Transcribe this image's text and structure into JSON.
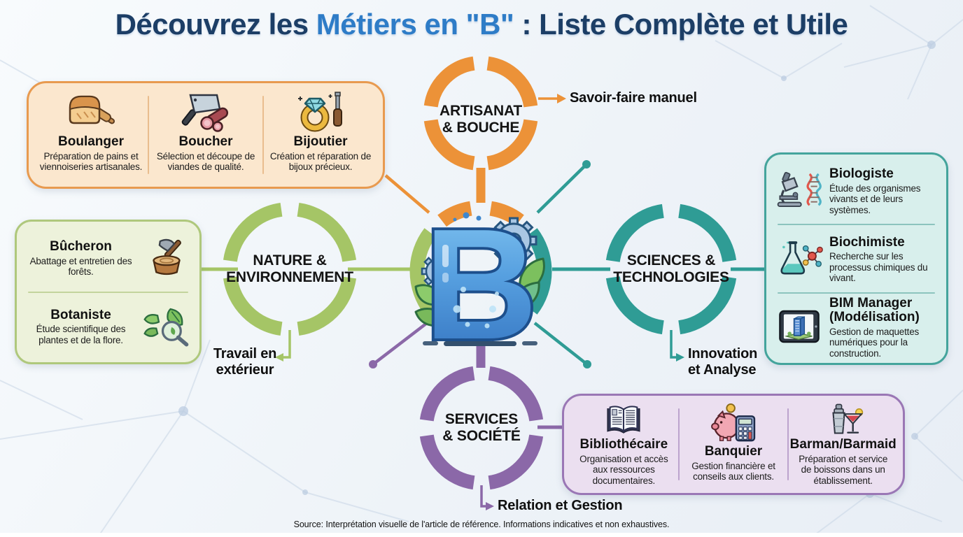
{
  "title": {
    "prefix": "Découvrez les ",
    "highlight": "Métiers en \"B\"",
    "suffix": " : Liste Complète et Utile"
  },
  "colors": {
    "orange": "#EC9238",
    "green": "#A5C566",
    "teal": "#2F9C95",
    "purple": "#8B68A8",
    "title_navy": "#1C3E66",
    "title_blue": "#2E7CC7",
    "background": "#F2F6FA"
  },
  "center": {
    "letter": "B"
  },
  "categories": [
    {
      "name": "artisanat-bouche",
      "color": "#EC9238",
      "label_lines": [
        "ARTISANAT",
        "& BOUCHE"
      ],
      "annotation_lines": [
        "Savoir-faire manuel"
      ]
    },
    {
      "name": "nature-environnement",
      "color": "#A5C566",
      "label_lines": [
        "NATURE &",
        "ENVIRONNEMENT"
      ],
      "annotation_lines": [
        "Travail en",
        "extérieur"
      ]
    },
    {
      "name": "sciences-technologies",
      "color": "#2F9C95",
      "label_lines": [
        "SCIENCES &",
        "TECHNOLOGIES"
      ],
      "annotation_lines": [
        "Innovation",
        "et Analyse"
      ]
    },
    {
      "name": "services-societe",
      "color": "#8B68A8",
      "label_lines": [
        "SERVICES",
        "& SOCIÉTÉ"
      ],
      "annotation_lines": [
        "Relation et Gestion"
      ]
    }
  ],
  "cards": {
    "artisanat": {
      "jobs": [
        {
          "name": "Boulanger",
          "description": "Préparation de pains et viennoiseries artisanales.",
          "icon": "bread-rolling-pin-icon"
        },
        {
          "name": "Boucher",
          "description": "Sélection et découpe de viandes de qualité.",
          "icon": "cleaver-sausage-icon"
        },
        {
          "name": "Bijoutier",
          "description": "Création et réparation de bijoux précieux.",
          "icon": "diamond-ring-icon"
        }
      ]
    },
    "nature": {
      "jobs": [
        {
          "name": "Bûcheron",
          "description": "Abattage et entretien des forêts.",
          "icon": "axe-stump-icon"
        },
        {
          "name": "Botaniste",
          "description": "Étude scientifique des plantes et de la flore.",
          "icon": "leaf-magnifier-icon"
        }
      ]
    },
    "sciences": {
      "jobs": [
        {
          "name": "Biologiste",
          "description": "Étude des organismes vivants et de leurs systèmes.",
          "icon": "microscope-dna-icon"
        },
        {
          "name": "Biochimiste",
          "description": "Recherche sur les processus chimiques du vivant.",
          "icon": "flask-molecule-icon"
        },
        {
          "name": "BIM Manager (Modélisation)",
          "description": "Gestion de maquettes numériques pour la construction.",
          "icon": "tablet-building-icon"
        }
      ]
    },
    "services": {
      "jobs": [
        {
          "name": "Bibliothécaire",
          "description": "Organisation et accès aux ressources documentaires.",
          "icon": "open-book-icon"
        },
        {
          "name": "Banquier",
          "description": "Gestion financière et conseils aux clients.",
          "icon": "piggy-bank-calculator-icon"
        },
        {
          "name": "Barman/Barmaid",
          "description": "Préparation et service de boissons dans un établissement.",
          "icon": "cocktail-shaker-icon"
        }
      ]
    }
  },
  "footer": {
    "source": "Source: Interprétation visuelle de l'article de référence. Informations indicatives et non exhaustives."
  }
}
